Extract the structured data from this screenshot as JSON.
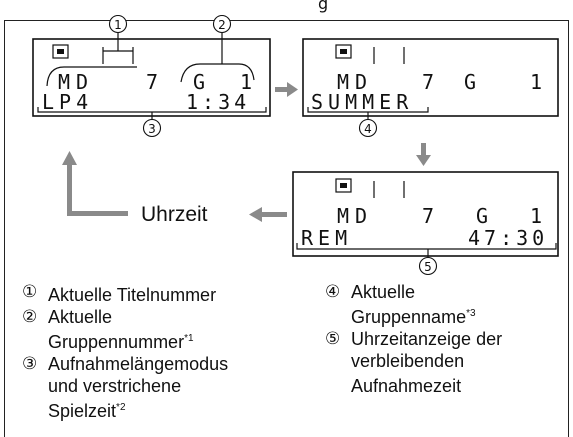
{
  "top_fragment": "g",
  "displays": {
    "first": {
      "line1": "MD   7  G   1",
      "line1_left": "MD",
      "line1_track": "7",
      "line1_g": "G",
      "line1_group": "1",
      "line2_left": "LP4",
      "line2_right": "1:34"
    },
    "second": {
      "line1_left": "MD",
      "line1_track": "7",
      "line1_g": "G",
      "line1_group": "1",
      "line2": "SUMMER"
    },
    "third": {
      "line1_left": "MD",
      "line1_track": "7",
      "line1_g": "G",
      "line1_group": "1",
      "line2_left": "REM",
      "line2_right": "47:30"
    }
  },
  "callouts": [
    "①",
    "②",
    "③",
    "④",
    "⑤"
  ],
  "uhrzeit_label": "Uhrzeit",
  "legend": {
    "left": [
      {
        "num": "①",
        "text": "Aktuelle Titelnummer",
        "sup": ""
      },
      {
        "num": "②",
        "text": "Aktuelle\nGruppennummer",
        "sup": "*1"
      },
      {
        "num": "③",
        "text": "Aufnahmelängemodus\nund verstrichene\nSpielzeit",
        "sup": "*2"
      }
    ],
    "right": [
      {
        "num": "④",
        "text": "Aktuelle\nGruppenname",
        "sup": "*3"
      },
      {
        "num": "⑤",
        "text": "Uhrzeitanzeige der\nverbleibenden\nAufnahmezeit",
        "sup": ""
      }
    ]
  },
  "colors": {
    "arrow": "#8a8a8a",
    "frame": "#222222",
    "lcd_text": "#111111"
  }
}
